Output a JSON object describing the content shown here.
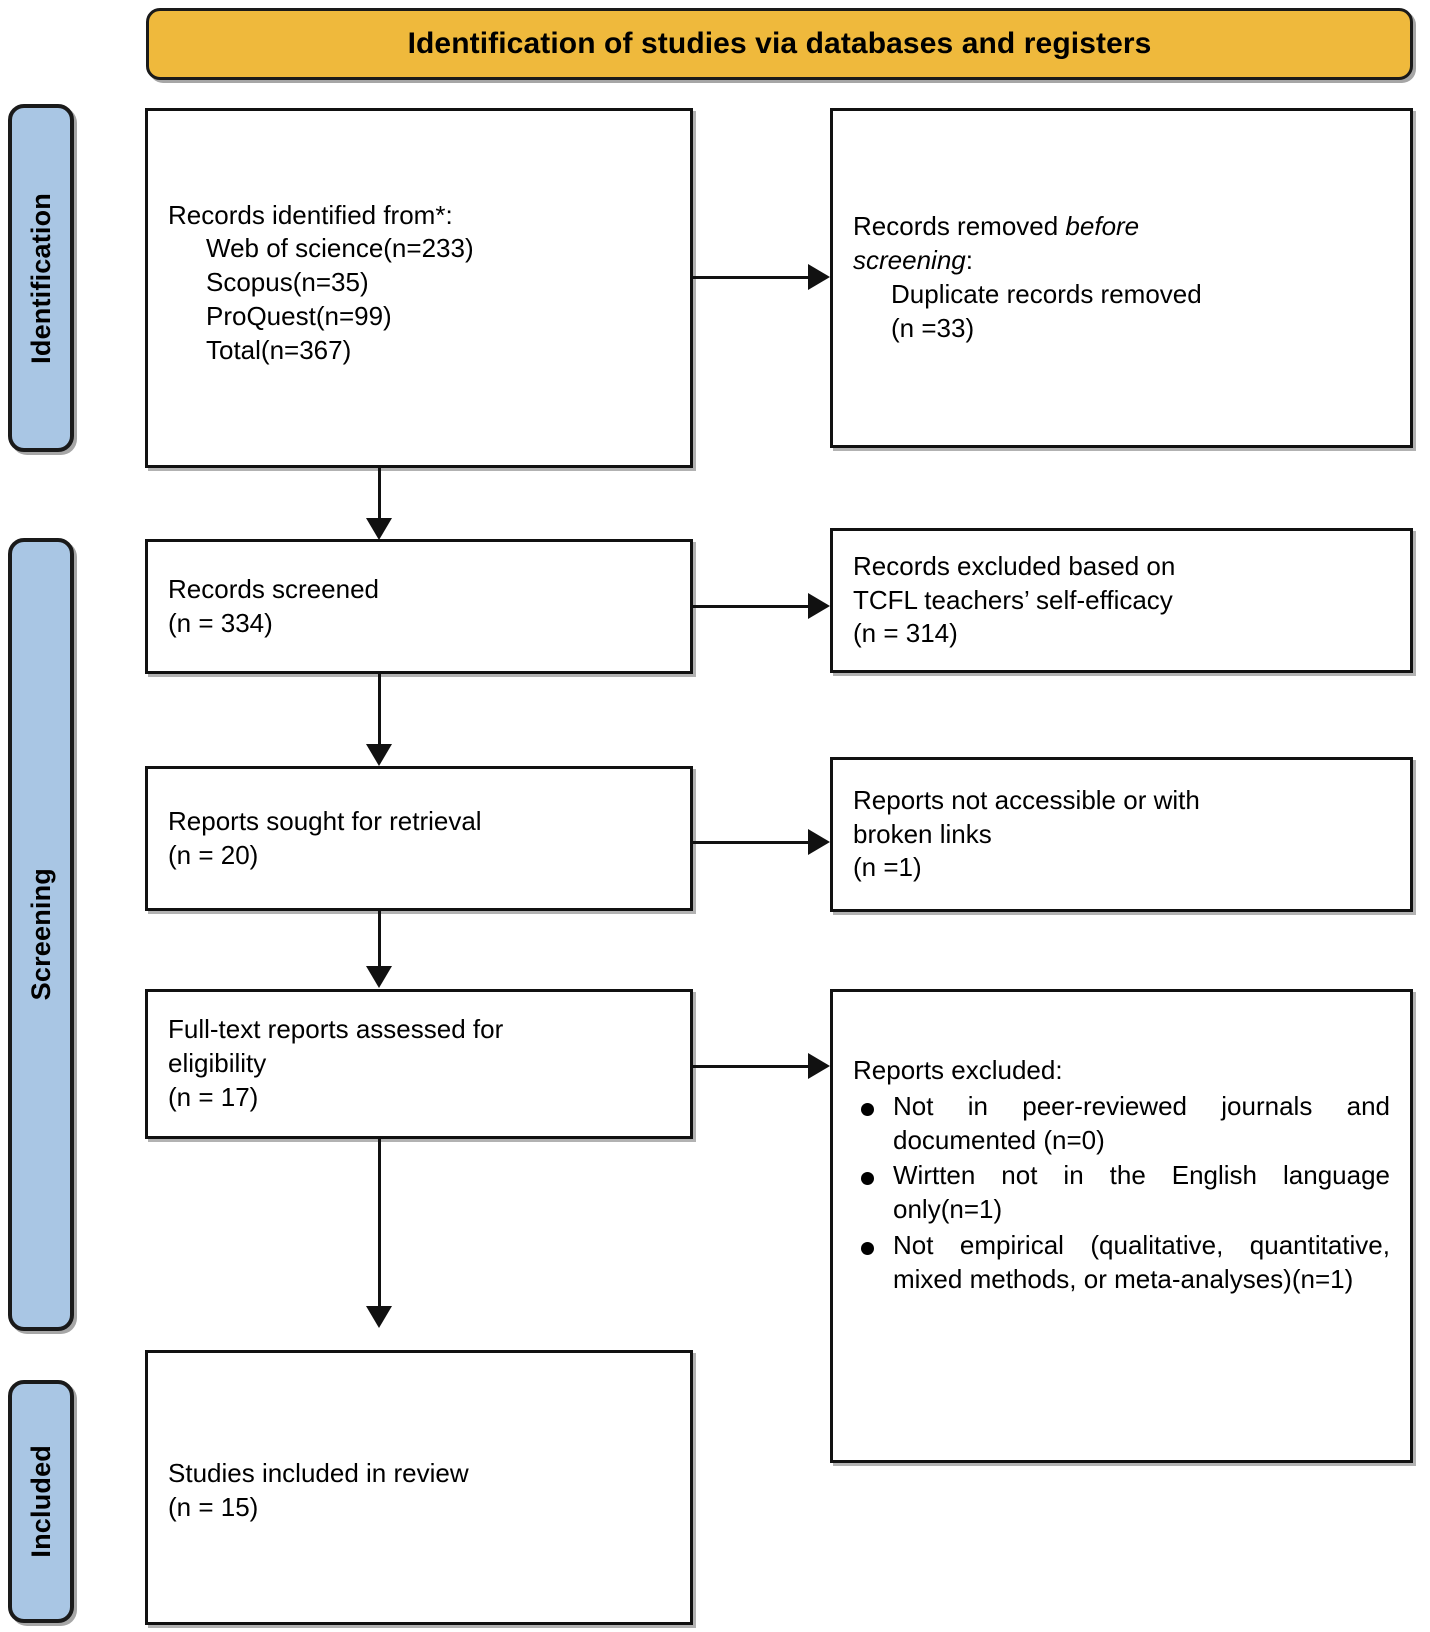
{
  "banner": {
    "title": "Identification of studies via databases and registers"
  },
  "stages": [
    {
      "key": "identification",
      "label": "Identification"
    },
    {
      "key": "screening",
      "label": "Screening"
    },
    {
      "key": "included",
      "label": "Included"
    }
  ],
  "boxes": {
    "identified": {
      "heading": "Records identified from*:",
      "items": [
        "Web of science(n=233)",
        "Scopus(n=35)",
        "ProQuest(n=99)",
        "Total(n=367)"
      ]
    },
    "removed": {
      "line1_plain": "Records removed ",
      "line1_italic": "before",
      "line2_italic": "screening",
      "line2_plain": ":",
      "item1": "Duplicate records removed",
      "item2": "(n =33)"
    },
    "screened": {
      "line1": "Records screened",
      "line2": "(n = 334)"
    },
    "excluded": {
      "line1": "Records excluded based on",
      "line2": "TCFL teachers’ self-efficacy",
      "line3": "(n = 314)"
    },
    "sought": {
      "line1": "Reports sought for retrieval",
      "line2": "(n = 20)"
    },
    "notaccessible": {
      "line1": "Reports not accessible or with",
      "line2": "broken links",
      "line3": "(n =1)"
    },
    "fulltext": {
      "line1": "Full-text reports assessed for",
      "line2": "eligibility",
      "line3": "(n = 17)"
    },
    "reports_excluded": {
      "title": "Reports excluded:",
      "bullets": [
        "Not in peer-reviewed journals and documented (n=0)",
        "Wirtten not in the English language only(n=1)",
        "Not empirical (qualitative, quantitative, mixed methods, or meta-analyses)(n=1)"
      ]
    },
    "included": {
      "line1": "Studies included in review",
      "line2": "(n = 15)"
    }
  },
  "colors": {
    "banner_fill": "#efb93c",
    "stage_fill": "#a9c6e4",
    "line": "#111111",
    "box_fill": "#ffffff"
  }
}
